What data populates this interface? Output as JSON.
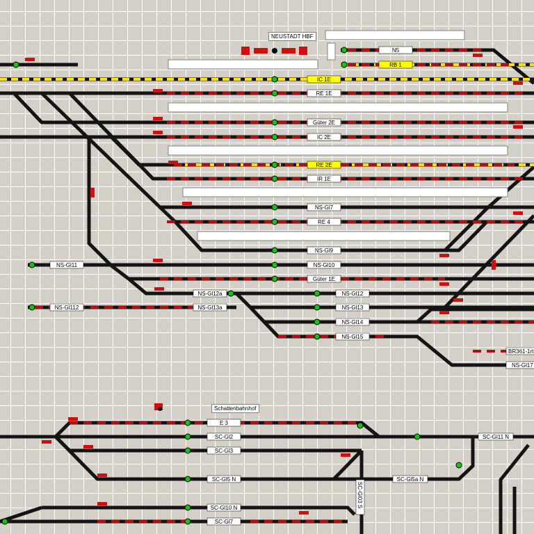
{
  "stations": {
    "main": "NEUSTADT HBF",
    "shadow": "Schattenbahnhof"
  },
  "colors": {
    "track": "#141414",
    "occupied": "#b01010",
    "route": "#ffe000",
    "signal_green": "#18c018",
    "signal_red": "#d01010",
    "label_bg": "#ffffff",
    "label_train": "#ffff00"
  },
  "labels": {
    "n5": "N5",
    "rb1": "RB 1",
    "ic1e": "IC 1E",
    "re1e": "RE 1E",
    "gueter2e": "Güter 2E",
    "ic2e": "IC 2E",
    "re2e": "RE 2E",
    "ir1e": "IR 1E",
    "nsgl7": "NS-Gl7",
    "re4": "RE 4",
    "nsgl9": "NS-Gl9",
    "nsgl11": "NS-Gl11",
    "nsgl10": "NS-Gl10",
    "gueter1e": "Güter 1E",
    "nsgl12a": "NS-Gl12a",
    "nsgl12": "NS-Gl12",
    "nsgl112": "NS-Gl112",
    "nsgl13a": "NS-Gl13a",
    "nsgl13": "NS-Gl13",
    "nsgl14": "NS-Gl14",
    "nsgl15": "NS-Gl15",
    "br361": "BR361-1rt",
    "nsgl17": "NS-Gl17",
    "e3": "E 3",
    "scgl2": "SC-Gl2",
    "scgl11n": "SC-Gl11 N",
    "scgl3": "SC-Gl3",
    "scgl5n": "SC-Gl5 N",
    "scgl5an": "SC-Gl5a N",
    "scgl10n": "SC-Gl10 N",
    "scgl7": "SC-Gl7",
    "scgl03s": "SC-Gl03 S"
  }
}
